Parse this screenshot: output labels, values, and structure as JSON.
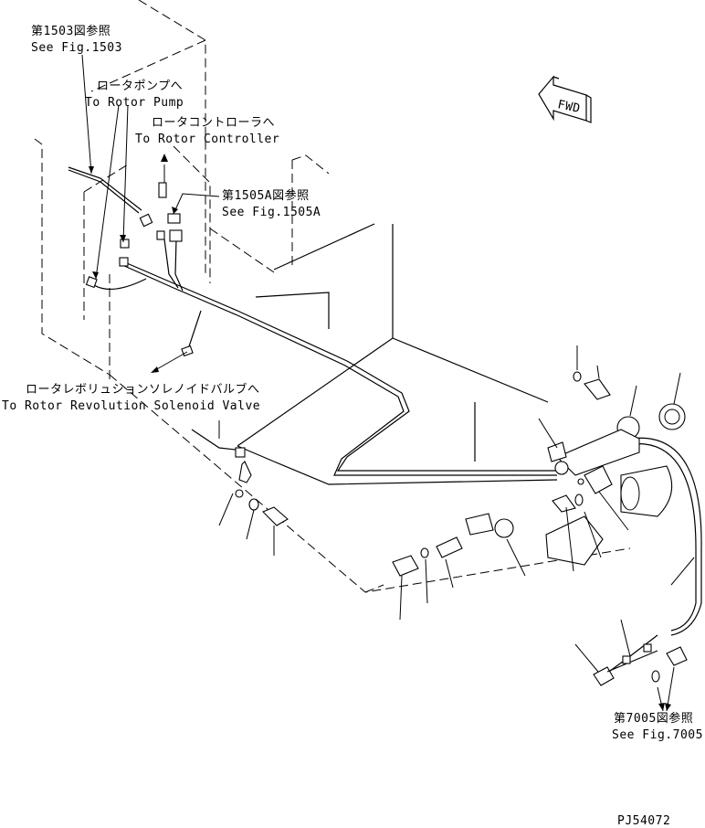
{
  "labels": {
    "ref_1503_jp": "第1503図参照",
    "ref_1503_en": "See Fig.1503",
    "rotor_pump_jp": "ロータポンプへ",
    "rotor_pump_en": "To Rotor Pump",
    "rotor_controller_jp": "ロータコントローラへ",
    "rotor_controller_en": "To Rotor Controller",
    "ref_1505a_jp": "第1505A図参照",
    "ref_1505a_en": "See Fig.1505A",
    "solenoid_jp": "ロータレボリュションソレノイドバルブへ",
    "solenoid_en": "To Rotor Revolution Solenoid Valve",
    "ref_7005_jp": "第7005図参照",
    "ref_7005_en": "See Fig.7005",
    "fwd": "FWD",
    "drawing_id": "PJ54072"
  }
}
